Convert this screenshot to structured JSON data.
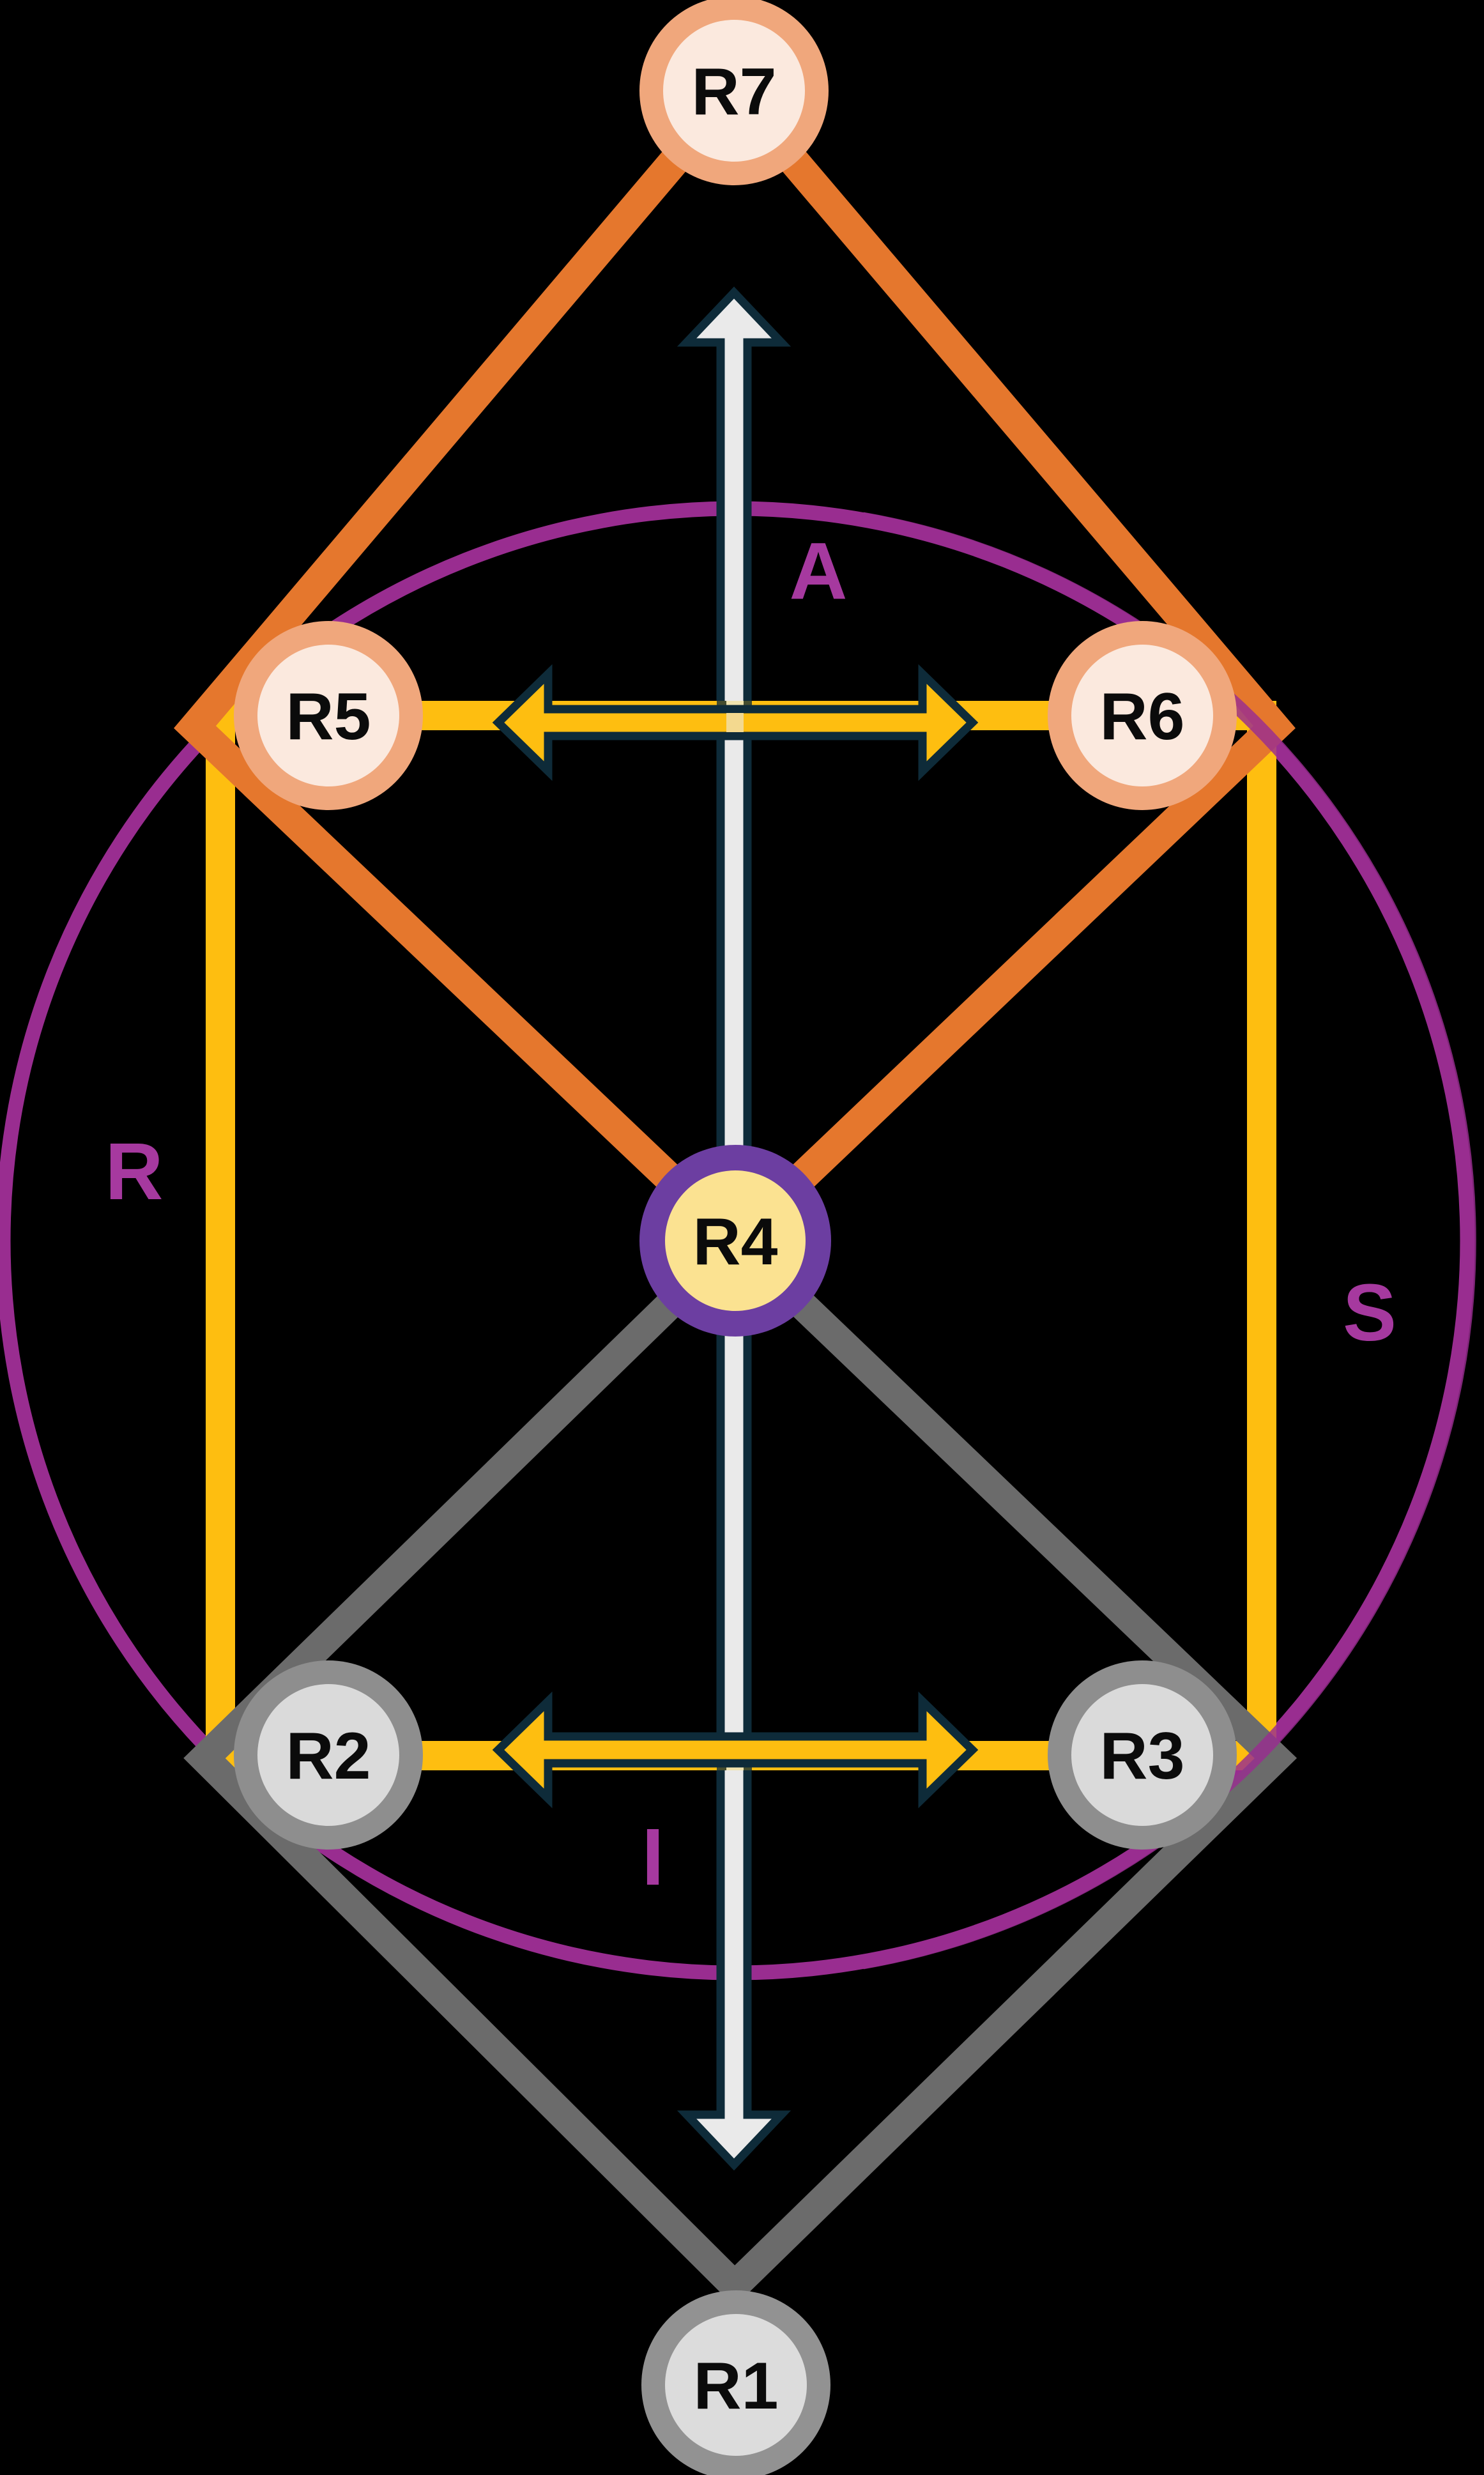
{
  "diagram": {
    "description": "Seven circular nodes R1-R7 linked by an orange diamond (top), a gray diamond (bottom), a yellow rectangle, a purple circle, a white vertical double arrow and two yellow horizontal double arrows",
    "nodes": [
      {
        "id": "R7",
        "label": "R7",
        "ring": "#F0A77C",
        "fill": "#FBE9DE"
      },
      {
        "id": "R5",
        "label": "R5",
        "ring": "#F0A77C",
        "fill": "#FBE9DE"
      },
      {
        "id": "R6",
        "label": "R6",
        "ring": "#F0A77C",
        "fill": "#FBE9DE"
      },
      {
        "id": "R4",
        "label": "R4",
        "ring": "#6C3EA1",
        "fill": "#FBE291"
      },
      {
        "id": "R2",
        "label": "R2",
        "ring": "#8E8E8E",
        "fill": "#DADADA"
      },
      {
        "id": "R3",
        "label": "R3",
        "ring": "#8E8E8E",
        "fill": "#DADADA"
      },
      {
        "id": "R1",
        "label": "R1",
        "ring": "#929292",
        "fill": "#DCDCDC"
      }
    ],
    "axis_labels": [
      {
        "text": "A",
        "position": "between R5 and R6, right of vertical arrow"
      },
      {
        "text": "R",
        "position": "left of yellow rectangle, upper left"
      },
      {
        "text": "S",
        "position": "right of yellow rectangle, lower right"
      },
      {
        "text": "I",
        "position": "between R2 and R3, left of vertical arrow"
      }
    ],
    "edges": {
      "orange_diamond": [
        "R7",
        "R5",
        "R4",
        "R6"
      ],
      "gray_diamond": [
        "R4",
        "R2",
        "R1",
        "R3"
      ],
      "yellow_rectangle": [
        "R5",
        "R6",
        "R3",
        "R2"
      ],
      "purple_circle_through": [
        "R5",
        "R6",
        "R3",
        "R2"
      ],
      "white_vertical_double_arrow": "from above R4 axis top (below R7) down to above R1",
      "yellow_horizontal_double_arrows": [
        "between R5 and R6",
        "between R2 and R3"
      ]
    },
    "colors": {
      "background": "#000000",
      "purple_circle": "#992D90",
      "letter_purple": "#A6399F",
      "orange": "#E5772D",
      "gray_band": "#6B6B6B",
      "yellow": "#FEBE10",
      "navy_outline": "#0E2B39",
      "white_arrow": "#EAEAEA",
      "overlap_cream": "#F0E3AE",
      "overlap_olive": "#454D2E",
      "overlap_tint": "#F3D98F"
    }
  }
}
